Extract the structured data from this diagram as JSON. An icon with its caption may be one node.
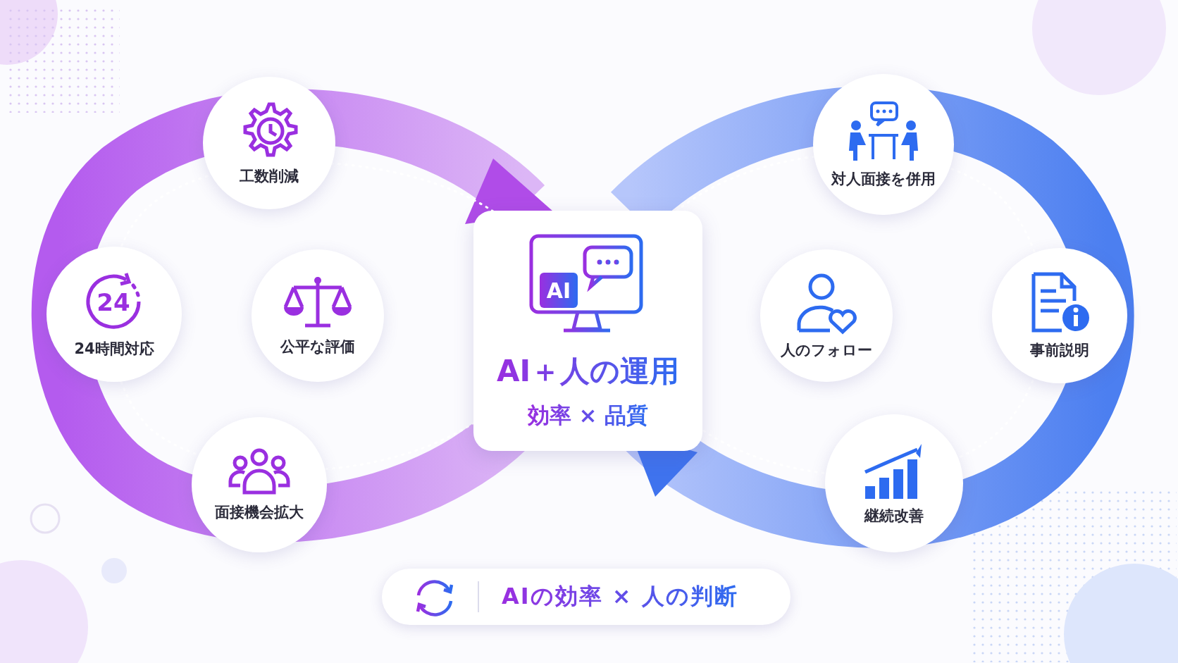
{
  "diagram": {
    "nodes": [
      {
        "text": [
          "工数削減"
        ]
      },
      {
        "text": [
          "24時間対応"
        ]
      },
      {
        "text": [
          "公平な評価"
        ]
      },
      {
        "text": [
          "面接機会拡大"
        ]
      },
      {
        "text": [
          "AI＋人の運用",
          "効率 × 品質"
        ]
      },
      {
        "text": [
          "対人面接を併用"
        ]
      },
      {
        "text": [
          "人のフォロー"
        ]
      },
      {
        "text": [
          "事前説明"
        ]
      },
      {
        "text": [
          "継続改善"
        ]
      },
      {
        "text": [
          "AIの効率 × 人の判断"
        ]
      }
    ],
    "labels": [
      "24",
      "AI"
    ]
  }
}
